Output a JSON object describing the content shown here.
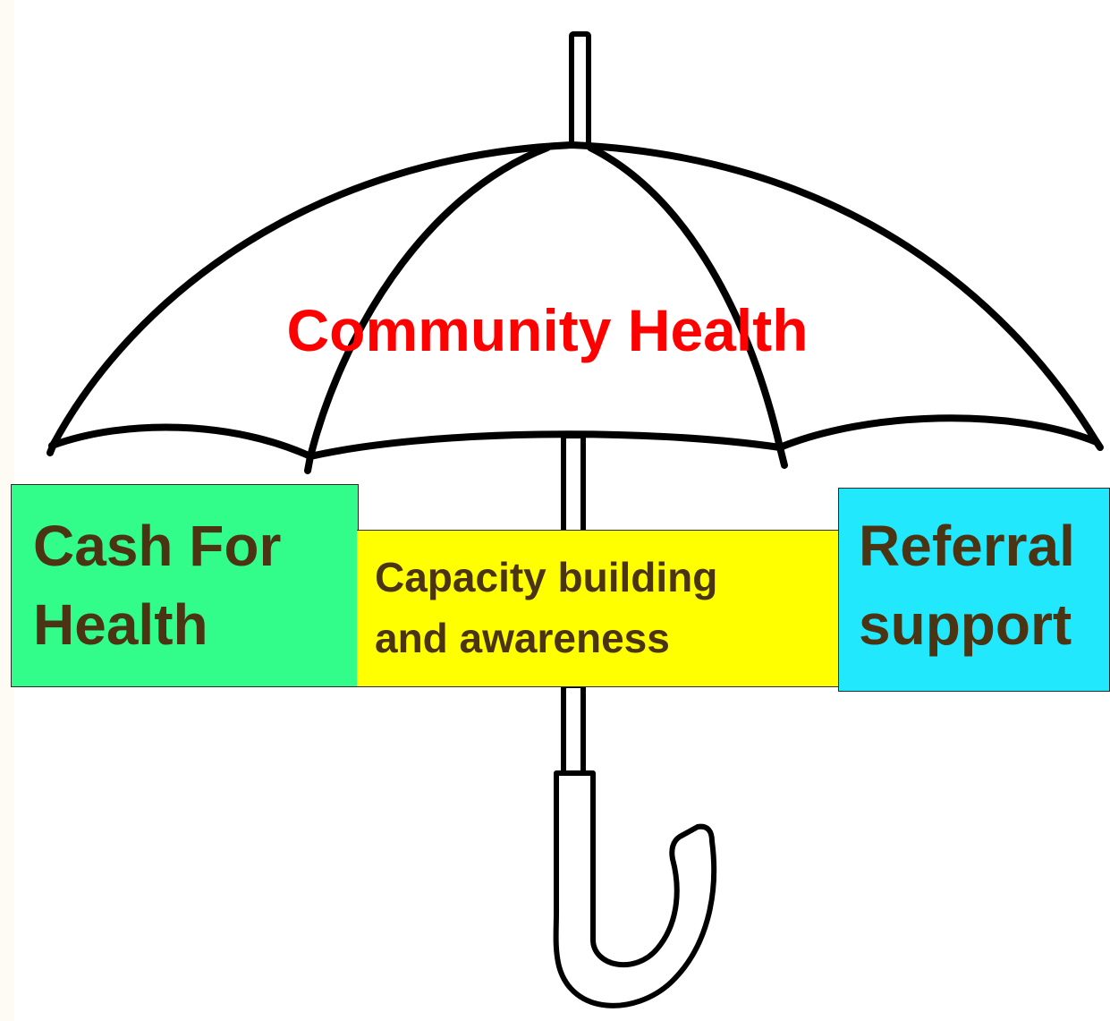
{
  "diagram": {
    "title": "Community Health",
    "components": [
      {
        "id": "cash",
        "lines": [
          "Cash For",
          "Health"
        ]
      },
      {
        "id": "capacity",
        "lines": [
          "Capacity building",
          "and awareness"
        ]
      },
      {
        "id": "referral",
        "lines": [
          "Referral",
          "support"
        ]
      }
    ]
  },
  "colors": {
    "title": "#ff0000",
    "component_text": "#4b3414",
    "cash_fill": "#33fd8a",
    "capacity_fill": "#ffff00",
    "referral_fill": "#22e8fd",
    "outline": "#000000"
  },
  "icons": [
    "umbrella-icon"
  ]
}
